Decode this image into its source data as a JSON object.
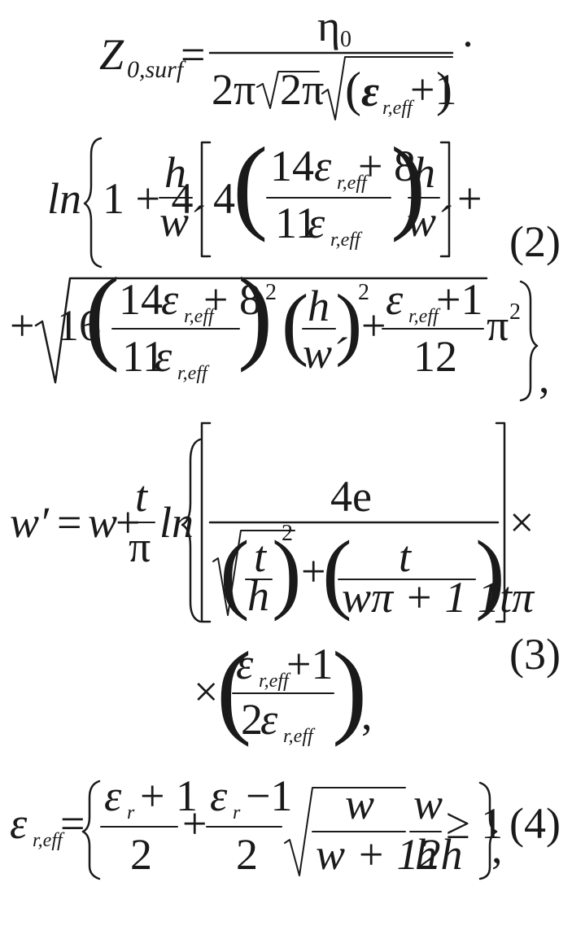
{
  "page": {
    "equation_1_lhs": "Z",
    "equation_1_lhs_subscript": "0,surf",
    "eta": "η",
    "eta_sub": "0",
    "two_pi_sqrt_two_pi": "2π√2π",
    "epsilon": "ε",
    "r_eff": "r,eff",
    "plus_one": "+1",
    "dot": "·",
    "ln": "ln",
    "one_plus_four": "1 + 4",
    "h": "h",
    "w_prime": "w´",
    "four": "4",
    "fourteen": "14",
    "plus_eight": "+ 8",
    "eleven": "11",
    "plus": "+",
    "sixteen": "16",
    "squared": "2",
    "twelve": "12",
    "pi": "π",
    "comma": ",",
    "equation_2_number": "(2)",
    "equation_3_lhs": "w′",
    "equals": "=",
    "w": "w",
    "t": "t",
    "four_e": "4e",
    "wpi_plus_one": "wπ + 1 1tπ",
    "times": "×",
    "two": "2",
    "equation_3_number": "(3)",
    "equation_4_lhs_subscript": "r,eff",
    "equation_4_expr": "+ 1",
    "minus_one": "−1",
    "w_plus_12h": "w + 12h",
    "ge_one": "≥ 1",
    "equation_4_number": "(4)"
  }
}
